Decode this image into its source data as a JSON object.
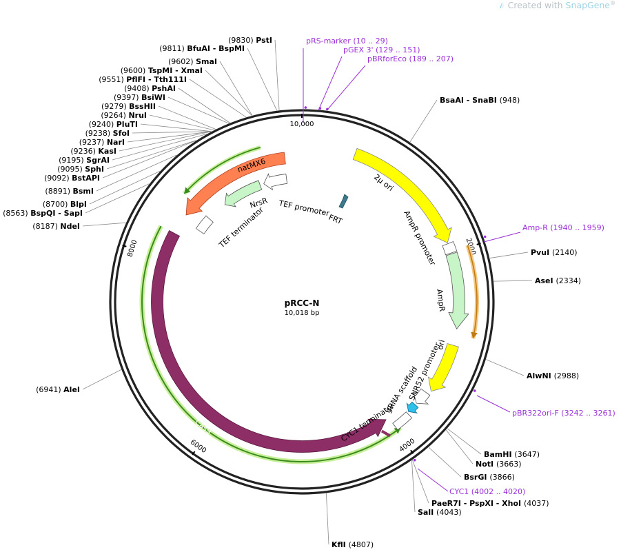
{
  "watermark": {
    "prefix": "Created with ",
    "brand": "SnapGene",
    "reg": "®"
  },
  "plasmid": {
    "name": "pRCC-N",
    "length": "10,018 bp",
    "total": 10018
  },
  "ticks": [
    {
      "bp": 0,
      "label": "10,000"
    },
    {
      "bp": 2000,
      "label": "2000"
    },
    {
      "bp": 4000,
      "label": "4000"
    },
    {
      "bp": 6000,
      "label": "6000"
    },
    {
      "bp": 8000,
      "label": "8000"
    }
  ],
  "sites": [
    {
      "bp": 9830,
      "label": "(9830)  PstI",
      "pos": "(9830)",
      "name": "PstI"
    },
    {
      "bp": 9811,
      "pos": "(9811)",
      "name": "BfuAI  - BspMI"
    },
    {
      "bp": 9602,
      "pos": "(9602)",
      "name": "SmaI"
    },
    {
      "bp": 9600,
      "pos": "(9600)",
      "name": "TspMI  - XmaI"
    },
    {
      "bp": 9551,
      "pos": "(9551)",
      "name": "PflFI  - Tth111I"
    },
    {
      "bp": 9408,
      "pos": "(9408)",
      "name": "PshAI"
    },
    {
      "bp": 9397,
      "pos": "(9397)",
      "name": "BsiWI"
    },
    {
      "bp": 9279,
      "pos": "(9279)",
      "name": "BssHII"
    },
    {
      "bp": 9264,
      "pos": "(9264)",
      "name": "NruI"
    },
    {
      "bp": 9240,
      "pos": "(9240)",
      "name": "PluTI"
    },
    {
      "bp": 9238,
      "pos": "(9238)",
      "name": "SfoI"
    },
    {
      "bp": 9237,
      "pos": "(9237)",
      "name": "NarI"
    },
    {
      "bp": 9236,
      "pos": "(9236)",
      "name": "KasI"
    },
    {
      "bp": 9195,
      "pos": "(9195)",
      "name": "SgrAI"
    },
    {
      "bp": 9095,
      "pos": "(9095)",
      "name": "SphI"
    },
    {
      "bp": 9092,
      "pos": "(9092)",
      "name": "BstAPI"
    },
    {
      "bp": 8891,
      "pos": "(8891)",
      "name": "BsmI"
    },
    {
      "bp": 8700,
      "pos": "(8700)",
      "name": "BlpI"
    },
    {
      "bp": 8563,
      "pos": "(8563)",
      "name": "BspQI  - SapI"
    },
    {
      "bp": 8187,
      "pos": "(8187)",
      "name": "NdeI"
    },
    {
      "bp": 6941,
      "pos": "(6941)",
      "name": "AleI"
    },
    {
      "bp": 948,
      "pos": "(948)",
      "name": "BsaAI  - SnaBI"
    },
    {
      "bp": 2140,
      "pos": "(2140)",
      "name": "PvuI"
    },
    {
      "bp": 2334,
      "pos": "(2334)",
      "name": "AseI"
    },
    {
      "bp": 2988,
      "pos": "(2988)",
      "name": "AlwNI"
    },
    {
      "bp": 3647,
      "pos": "(3647)",
      "name": "BamHI"
    },
    {
      "bp": 3663,
      "pos": "(3663)",
      "name": "NotI"
    },
    {
      "bp": 3866,
      "pos": "(3866)",
      "name": "BsrGI"
    },
    {
      "bp": 4037,
      "pos": "(4037)",
      "name": "PaeR7I  - PspXI  - XhoI"
    },
    {
      "bp": 4043,
      "pos": "(4043)",
      "name": "SalI"
    },
    {
      "bp": 4807,
      "pos": "(4807)",
      "name": "KflI"
    }
  ],
  "primers": [
    {
      "bp": 10,
      "name": "pRS-marker",
      "range": "(10 .. 29)"
    },
    {
      "bp": 129,
      "name": "pGEX 3'",
      "range": "(129 .. 151)"
    },
    {
      "bp": 189,
      "name": "pBRforEco",
      "range": "(189 .. 207)"
    },
    {
      "bp": 1940,
      "name": "Amp-R",
      "range": "(1940 .. 1959)"
    },
    {
      "bp": 3242,
      "name": "pBR322ori-F",
      "range": "(3242 .. 3261)"
    },
    {
      "bp": 4002,
      "name": "CYC1",
      "range": "(4002 .. 4020)"
    }
  ],
  "features": [
    {
      "name": "2μ ori",
      "color": "#ffff00"
    },
    {
      "name": "AmpR promoter",
      "color": "#ffffff"
    },
    {
      "name": "AmpR",
      "color": "#c8f5c8"
    },
    {
      "name": "ori",
      "color": "#ffff00"
    },
    {
      "name": "SNR52 promoter",
      "color": "#ffffff"
    },
    {
      "name": "gRNA scaffold",
      "color": "#2ec0e8"
    },
    {
      "name": "CYC1 terminator",
      "color": "#ffffff"
    },
    {
      "name": "Cas9",
      "color": "#8e2e66"
    },
    {
      "name": "natMX6",
      "color": "#ff8050"
    },
    {
      "name": "NrsR",
      "color": "#c8f5c8"
    },
    {
      "name": "TEF promoter",
      "color": "#ffffff"
    },
    {
      "name": "TEF terminator",
      "color": "#ffffff"
    },
    {
      "name": "FRT",
      "color": "#3a7a8c"
    }
  ],
  "colors": {
    "primer": "#9b30d9",
    "ring": "#222222",
    "orf": "#3a8a1e",
    "orf_glow": "#c8f09a"
  }
}
